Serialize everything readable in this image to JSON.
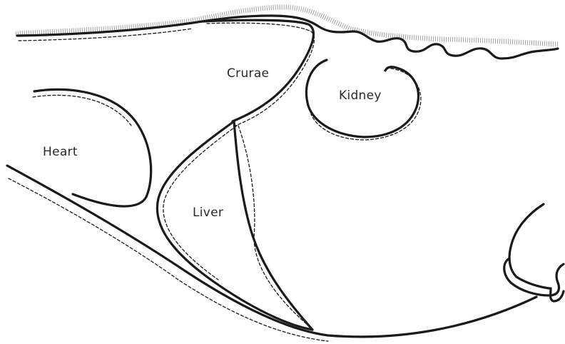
{
  "labels": {
    "crurae": "Crurae",
    "kidney": "Kidney",
    "heart": "Heart",
    "liver": "Liver"
  }
}
